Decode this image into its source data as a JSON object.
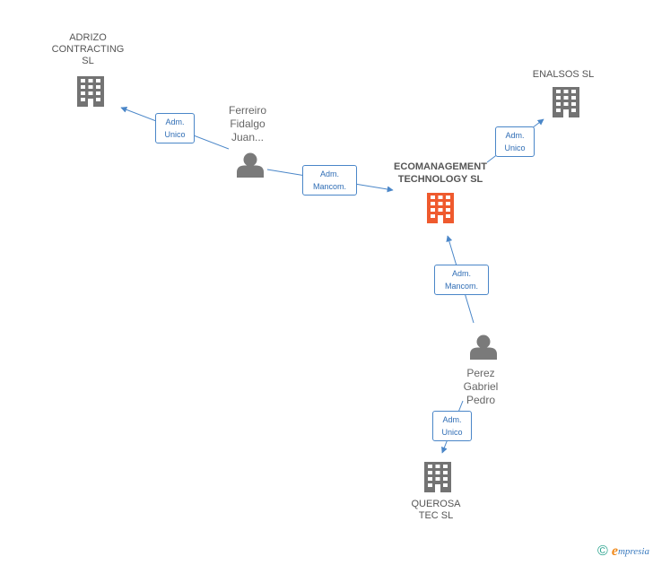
{
  "colors": {
    "edge": "#4a86c8",
    "company": "#737373",
    "main_company": "#ef5a2e",
    "person": "#7a7a7a"
  },
  "nodes": {
    "adrizo": {
      "label": "ADRIZO\nCONTRACTING\nSL",
      "icon": "building-icon"
    },
    "enalsos": {
      "label": "ENALSOS SL",
      "icon": "building-icon"
    },
    "ecomanagement": {
      "label": "ECOMANAGEMENT\nTECHNOLOGY SL",
      "icon": "building-icon"
    },
    "querosa": {
      "label": "QUEROSA\nTEC SL",
      "icon": "building-icon"
    },
    "ferreiro": {
      "label": "Ferreiro\nFidalgo\nJuan...",
      "icon": "person-icon"
    },
    "perez": {
      "label": "Perez\nGabriel\nPedro",
      "icon": "person-icon"
    }
  },
  "edges": [
    {
      "from": "ferreiro",
      "to": "adrizo",
      "label": "Adm.\nUnico"
    },
    {
      "from": "ferreiro",
      "to": "ecomanagement",
      "label": "Adm.\nMancom."
    },
    {
      "from": "ecomanagement",
      "to": "enalsos",
      "label": "Adm.\nUnico"
    },
    {
      "from": "perez",
      "to": "ecomanagement",
      "label": "Adm.\nMancom."
    },
    {
      "from": "perez",
      "to": "querosa",
      "label": "Adm.\nUnico"
    }
  ],
  "footer": {
    "copyright": "©",
    "brand_initial": "e",
    "brand_rest": "mpresia"
  }
}
